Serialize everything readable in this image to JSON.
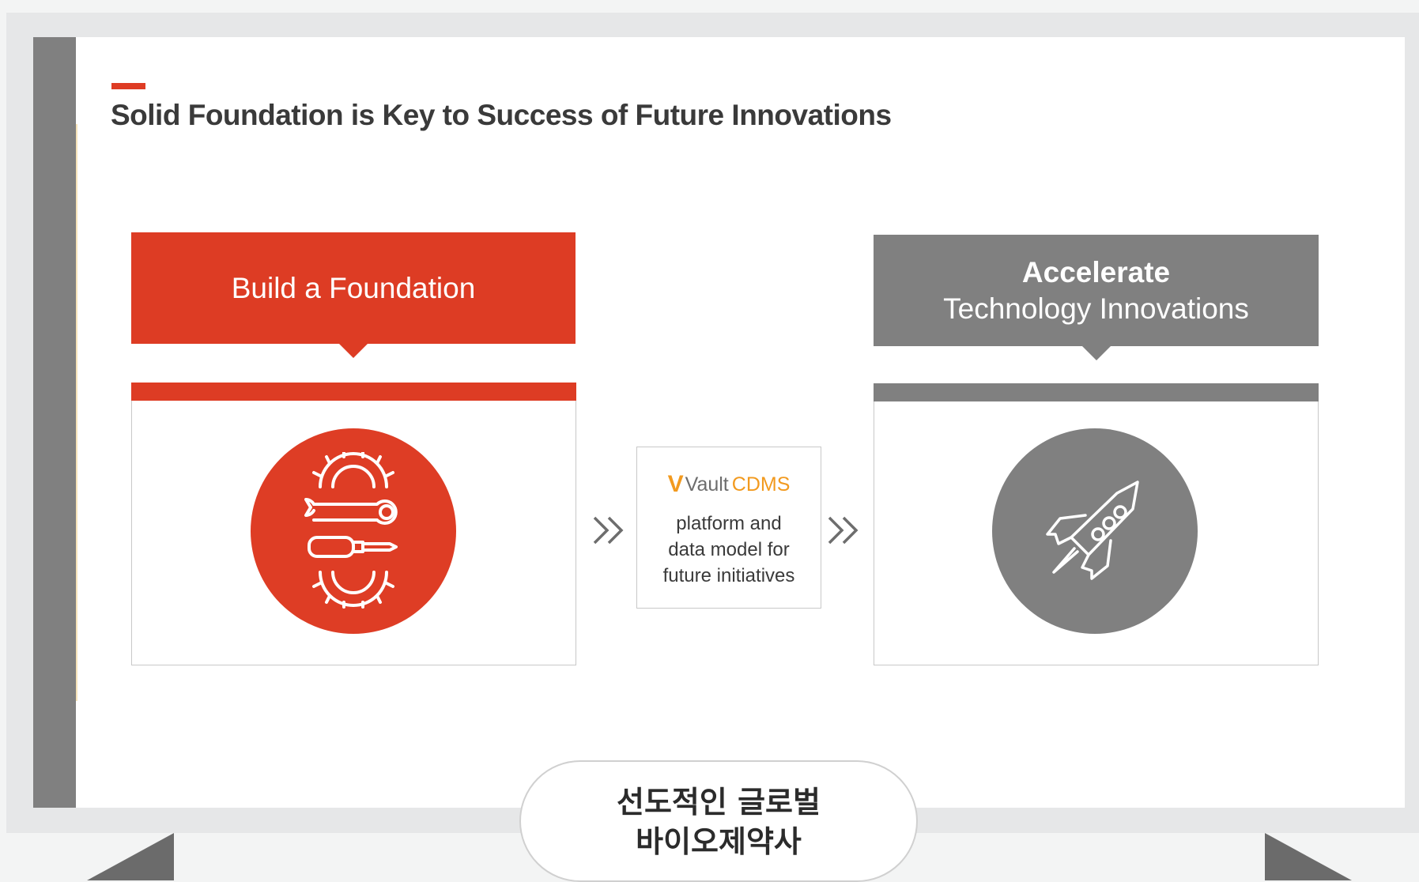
{
  "slide": {
    "title": "Solid Foundation is Key to Success of Future Innovations",
    "left": {
      "header": "Build a Foundation",
      "icon": "tools-icon"
    },
    "middle": {
      "logo_mark": "V",
      "logo_vault": "Vault",
      "logo_cdms": "CDMS",
      "lines": [
        "platform and",
        "data model for",
        "future initiatives"
      ]
    },
    "right": {
      "header_bold": "Accelerate",
      "header_regular": "Technology Innovations",
      "icon": "rocket-icon"
    },
    "colors": {
      "accent": "#dd3c24",
      "gray": "#808080",
      "vault_orange": "#f29a1f"
    }
  },
  "caption": {
    "line1": "선도적인 글로벌",
    "line2": "바이오제약사"
  }
}
